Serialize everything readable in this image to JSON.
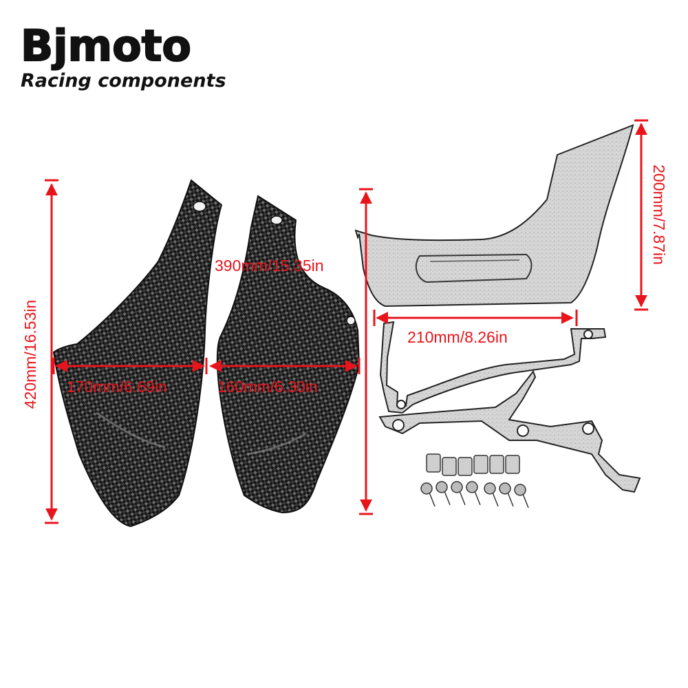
{
  "brand": {
    "name": "Bjmoto",
    "tagline": "Racing components"
  },
  "dimensions": {
    "height_left": "420mm/16.53in",
    "width_left": "170mm/6.69in",
    "width_middle": "160mm/6.30in",
    "height_middle": "390mm/15.35in",
    "width_right": "210mm/8.26in",
    "height_right": "200mm/7.87in"
  },
  "colors": {
    "dimension": "#e8141b",
    "carbon": "#2a2a2a",
    "metal": "#c9c9c9"
  }
}
